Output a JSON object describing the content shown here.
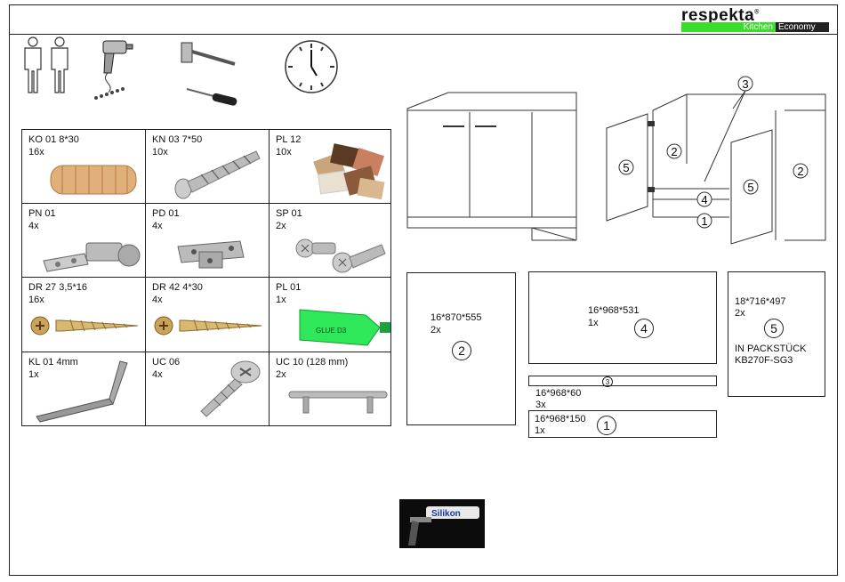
{
  "brand": {
    "name": "respekta",
    "mark": "®",
    "tag_green": "Kitchen",
    "tag_dark": "Economy"
  },
  "tools": {
    "icons": [
      "two-people-icon",
      "drill-icon",
      "hammer-icon",
      "screwdriver-icon",
      "clock-icon"
    ]
  },
  "parts": [
    {
      "code": "KO 01  8*30",
      "qty": "16x",
      "icon": "wooden-dowel-icon"
    },
    {
      "code": "KN 03  7*50",
      "qty": "10x",
      "icon": "screw-anchor-icon"
    },
    {
      "code": "PL 12",
      "qty": "10x",
      "icon": "color-caps-icon"
    },
    {
      "code": "PN 01",
      "qty": "4x",
      "icon": "hinge-icon"
    },
    {
      "code": "PD 01",
      "qty": "4x",
      "icon": "hinge-plate-icon"
    },
    {
      "code": "SP 01",
      "qty": "2x",
      "icon": "connector-screws-icon"
    },
    {
      "code": "DR 27  3,5*16",
      "qty": "16x",
      "icon": "wood-screw-short-icon"
    },
    {
      "code": "DR 42  4*30",
      "qty": "4x",
      "icon": "wood-screw-long-icon"
    },
    {
      "code": "PL 01",
      "qty": "1x",
      "icon": "glue-tube-icon",
      "glue_text": "GLUE D3"
    },
    {
      "code": "KL 01  4mm",
      "qty": "1x",
      "icon": "allen-key-icon"
    },
    {
      "code": "UC 06",
      "qty": "4x",
      "icon": "washer-screw-icon"
    },
    {
      "code": "UC 10 (128 mm)",
      "qty": "2x",
      "icon": "handle-icon"
    }
  ],
  "diagram": {
    "labels": {
      "side": "2",
      "door": "5",
      "shelf": "4",
      "bottom": "1",
      "rails": "3"
    }
  },
  "boards": {
    "side": {
      "dims": "16*870*555",
      "qty": "2x",
      "num": "2"
    },
    "shelf": {
      "dims": "16*968*531",
      "qty": "1x",
      "num": "4"
    },
    "door": {
      "dims": "18*716*497",
      "qty": "2x",
      "num": "5",
      "note1": "IN PACKSTÜCK",
      "note2": "KB270F-SG3"
    },
    "rail": {
      "dims": "16*968*60",
      "qty": "3x",
      "num": "3"
    },
    "plinth": {
      "dims": "16*968*150",
      "qty": "1x",
      "num": "1"
    }
  },
  "silicone": {
    "label": "Silikon"
  }
}
